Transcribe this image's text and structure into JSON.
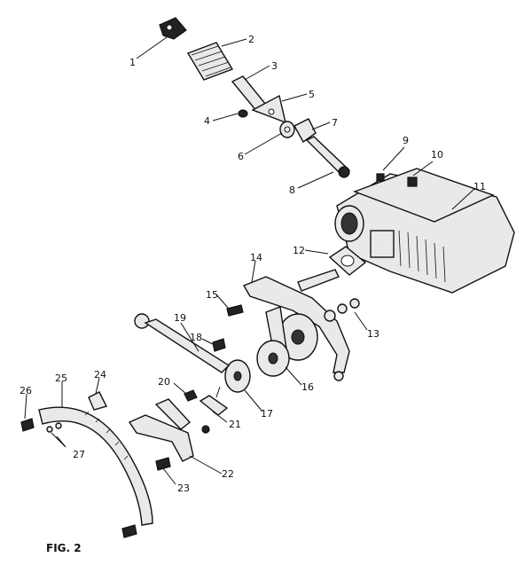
{
  "figure": {
    "caption": "FIG. 2",
    "callouts": [
      "1",
      "2",
      "3",
      "4",
      "5",
      "6",
      "7",
      "8",
      "9",
      "10",
      "11",
      "12",
      "13",
      "14",
      "15",
      "16",
      "17",
      "18",
      "19",
      "20",
      "21",
      "22",
      "23",
      "24",
      "25",
      "26",
      "27"
    ]
  }
}
